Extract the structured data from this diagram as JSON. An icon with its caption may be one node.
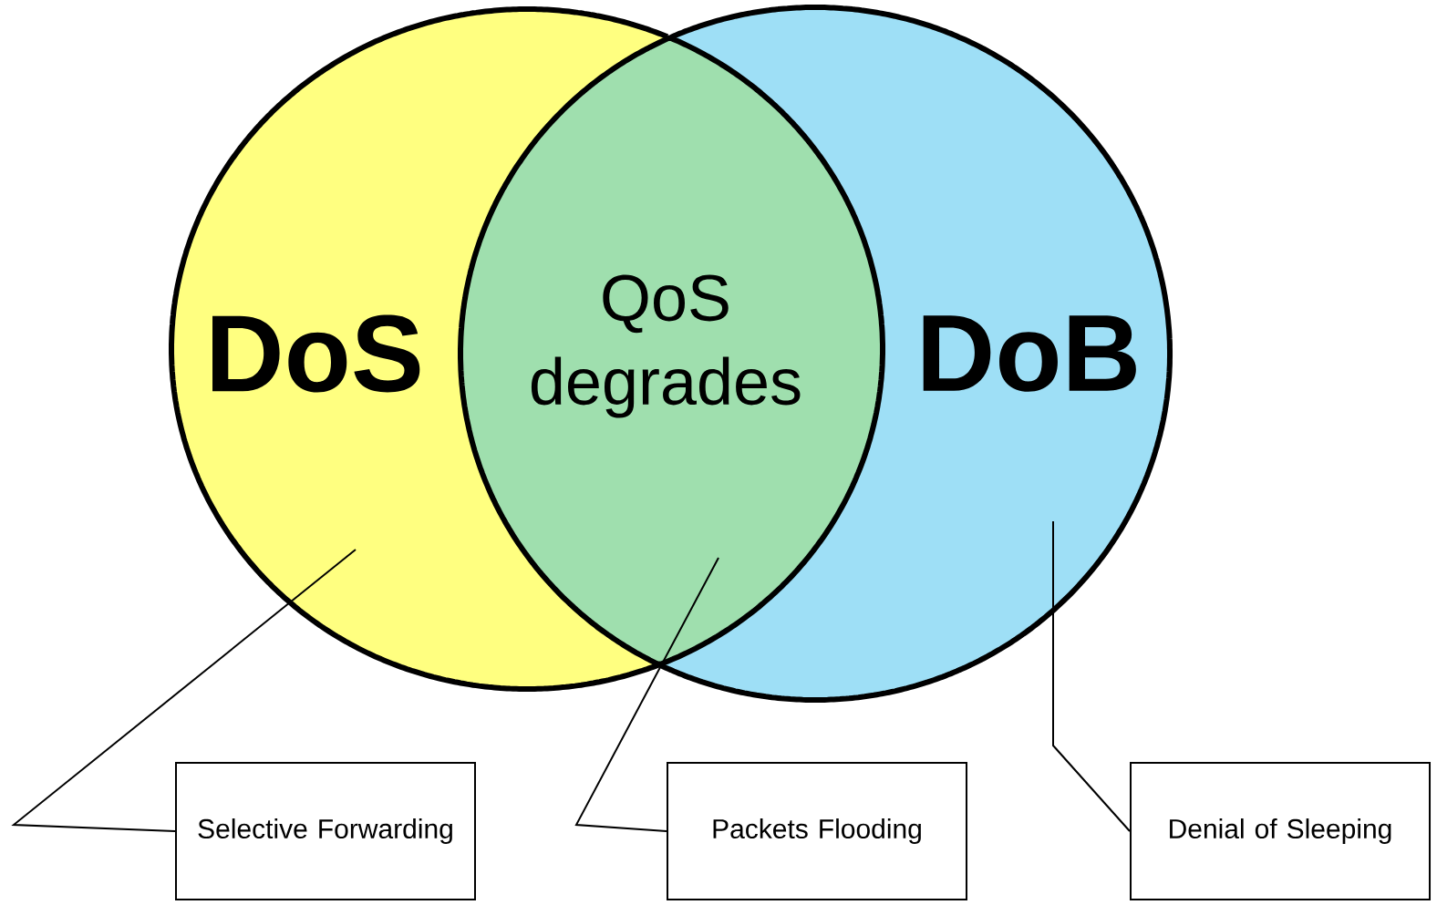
{
  "diagram": {
    "nodes": [
      {
        "text": [
          "DoS"
        ]
      },
      {
        "text": [
          "DoB"
        ]
      },
      {
        "text": [
          "QoS degrades"
        ]
      },
      {
        "text": [
          "Selective Forwarding"
        ]
      },
      {
        "text": [
          "Packets Flooding"
        ]
      },
      {
        "text": [
          "Denial of Sleeping"
        ]
      }
    ],
    "edges": [
      {
        "from": 3,
        "to": 0,
        "arrow": "none"
      },
      {
        "from": 4,
        "to": 2,
        "arrow": "none"
      },
      {
        "from": 5,
        "to": 1,
        "arrow": "none"
      }
    ]
  }
}
